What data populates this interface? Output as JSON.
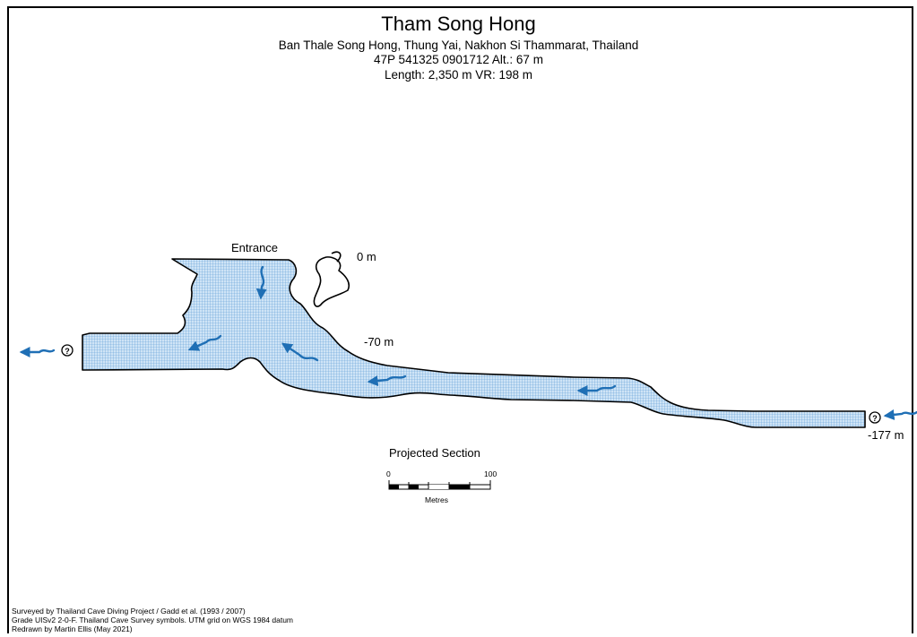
{
  "header": {
    "title": "Tham Song Hong",
    "location": "Ban Thale Song Hong, Thung Yai, Nakhon Si Thammarat, Thailand",
    "coordinates": "47P 541325 0901712 Alt.: 67 m",
    "stats": "Length: 2,350 m  VR: 198 m"
  },
  "section": {
    "entrance_label": "Entrance",
    "depth_labels": [
      "0 m",
      "-70 m",
      "-177 m"
    ],
    "unknown_mark": "?"
  },
  "scale": {
    "title": "Projected Section",
    "min_label": "0",
    "max_label": "100",
    "unit_label": "Metres"
  },
  "colors": {
    "water_fill": "#cfe4f6",
    "water_grid": "#5b9bd5",
    "flow_arrow": "#1f6fb5",
    "outline": "#000000"
  },
  "credits": [
    "Surveyed by Thailand Cave Diving Project / Gadd et al. (1993 / 2007)",
    "Grade UISv2 2-0-F. Thailand Cave Survey symbols. UTM grid on WGS 1984 datum",
    "Redrawn by Martin Ellis (May 2021)"
  ]
}
